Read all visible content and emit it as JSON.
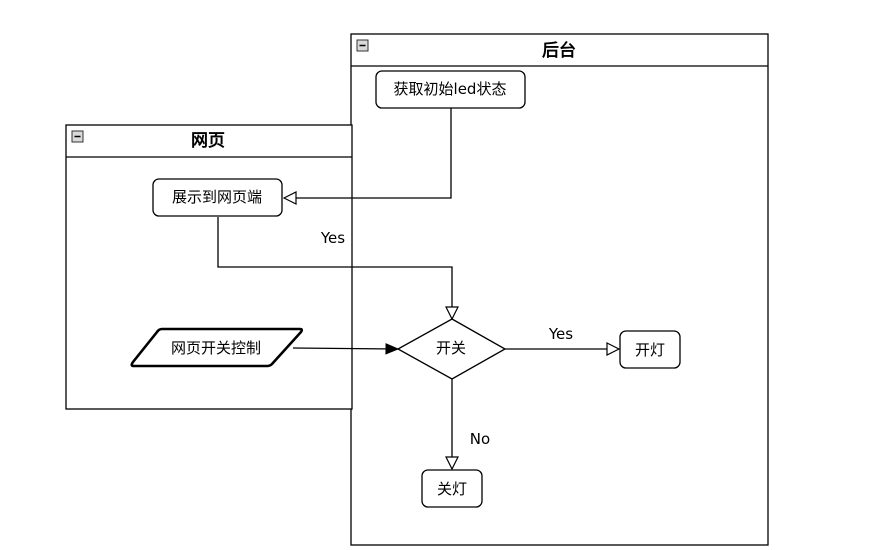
{
  "lanes": {
    "backend": {
      "title": "后台"
    },
    "web": {
      "title": "网页"
    }
  },
  "nodes": {
    "get_init_led": "获取初始led状态",
    "show_on_web": "展示到网页端",
    "web_switch_control": "网页开关控制",
    "switch_decision": "开关",
    "light_on": "开灯",
    "light_off": "关灯"
  },
  "edge_labels": {
    "show_to_switch": "Yes",
    "switch_yes": "Yes",
    "switch_no": "No"
  },
  "colors": {
    "stroke": "#000000",
    "fill": "#ffffff",
    "collapse_box": "#d9d9d9"
  }
}
